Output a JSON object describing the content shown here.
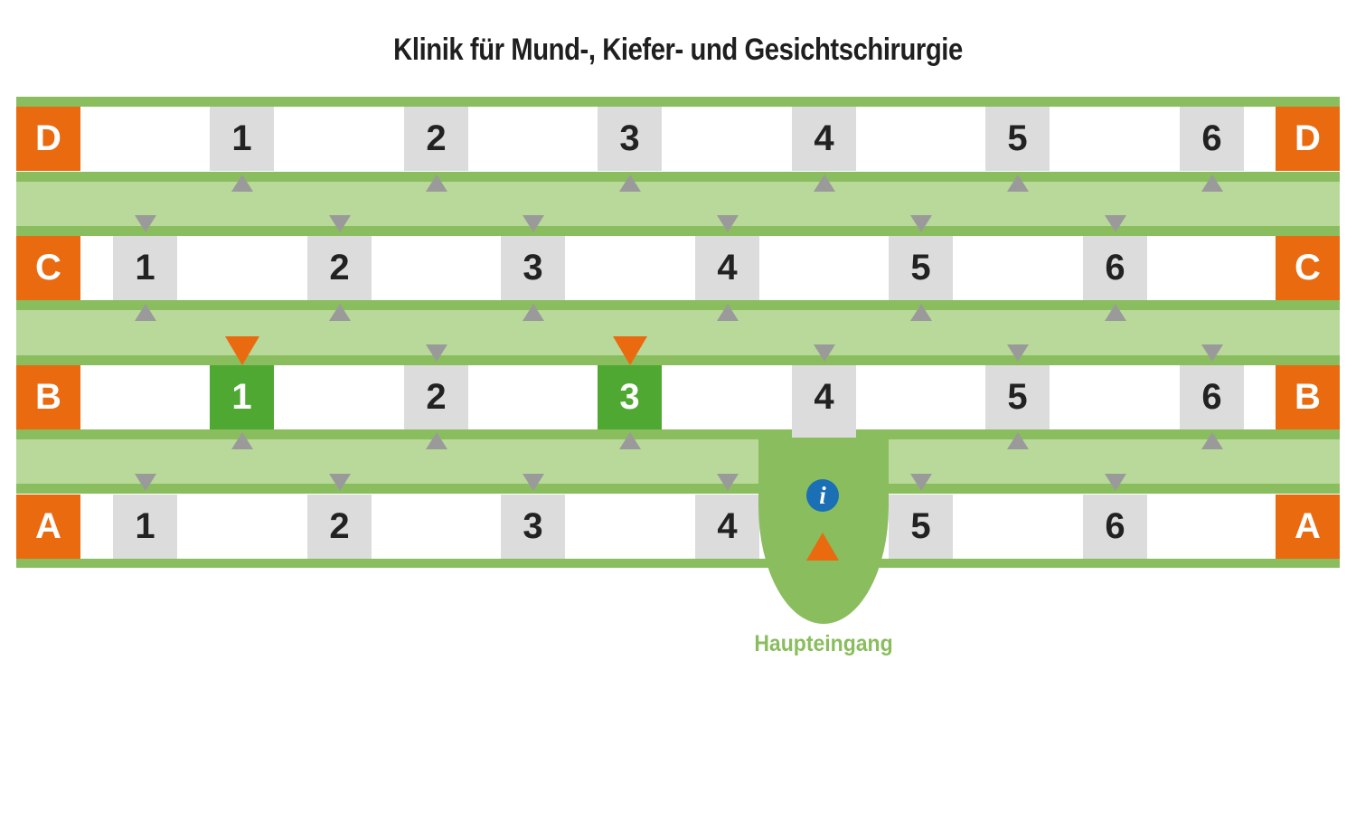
{
  "title": "Klinik für Mund-, Kiefer- und Gesichtschirurgie",
  "colors": {
    "corridor": "#b9d99a",
    "wall": "#8abd5e",
    "row_label": "#ea6a10",
    "room": "#dcdcdc",
    "room_highlight": "#4fa832",
    "arrow": "#9a9a9a",
    "marker": "#ea6a10",
    "info": "#1a6fb5"
  },
  "rows": [
    {
      "label": "D",
      "rooms": [
        "1",
        "2",
        "3",
        "4",
        "5",
        "6"
      ],
      "highlighted": []
    },
    {
      "label": "C",
      "rooms": [
        "1",
        "2",
        "3",
        "4",
        "5",
        "6"
      ],
      "highlighted": []
    },
    {
      "label": "B",
      "rooms": [
        "1",
        "2",
        "3",
        "4",
        "5",
        "6"
      ],
      "highlighted": [
        "1",
        "3"
      ]
    },
    {
      "label": "A",
      "rooms": [
        "1",
        "2",
        "3",
        "4",
        "5",
        "6"
      ],
      "highlighted": []
    }
  ],
  "markers": [
    "B1",
    "B3"
  ],
  "entrance": {
    "label": "Haupteingang",
    "info_icon": "i"
  }
}
